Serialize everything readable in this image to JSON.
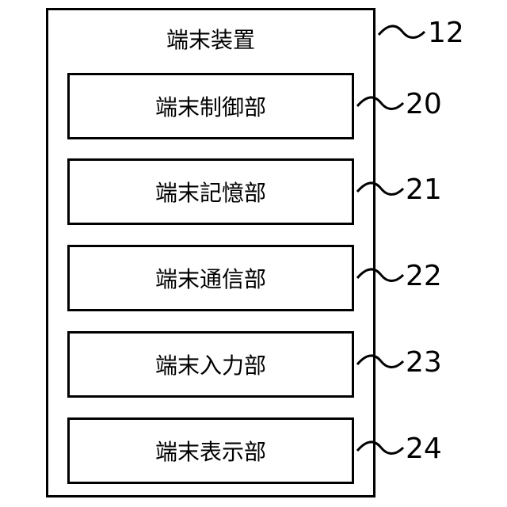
{
  "device": {
    "label": "端末装置",
    "ref": "12"
  },
  "units": [
    {
      "label": "端末制御部",
      "ref": "20"
    },
    {
      "label": "端末記憶部",
      "ref": "21"
    },
    {
      "label": "端末通信部",
      "ref": "22"
    },
    {
      "label": "端末入力部",
      "ref": "23"
    },
    {
      "label": "端末表示部",
      "ref": "24"
    }
  ]
}
